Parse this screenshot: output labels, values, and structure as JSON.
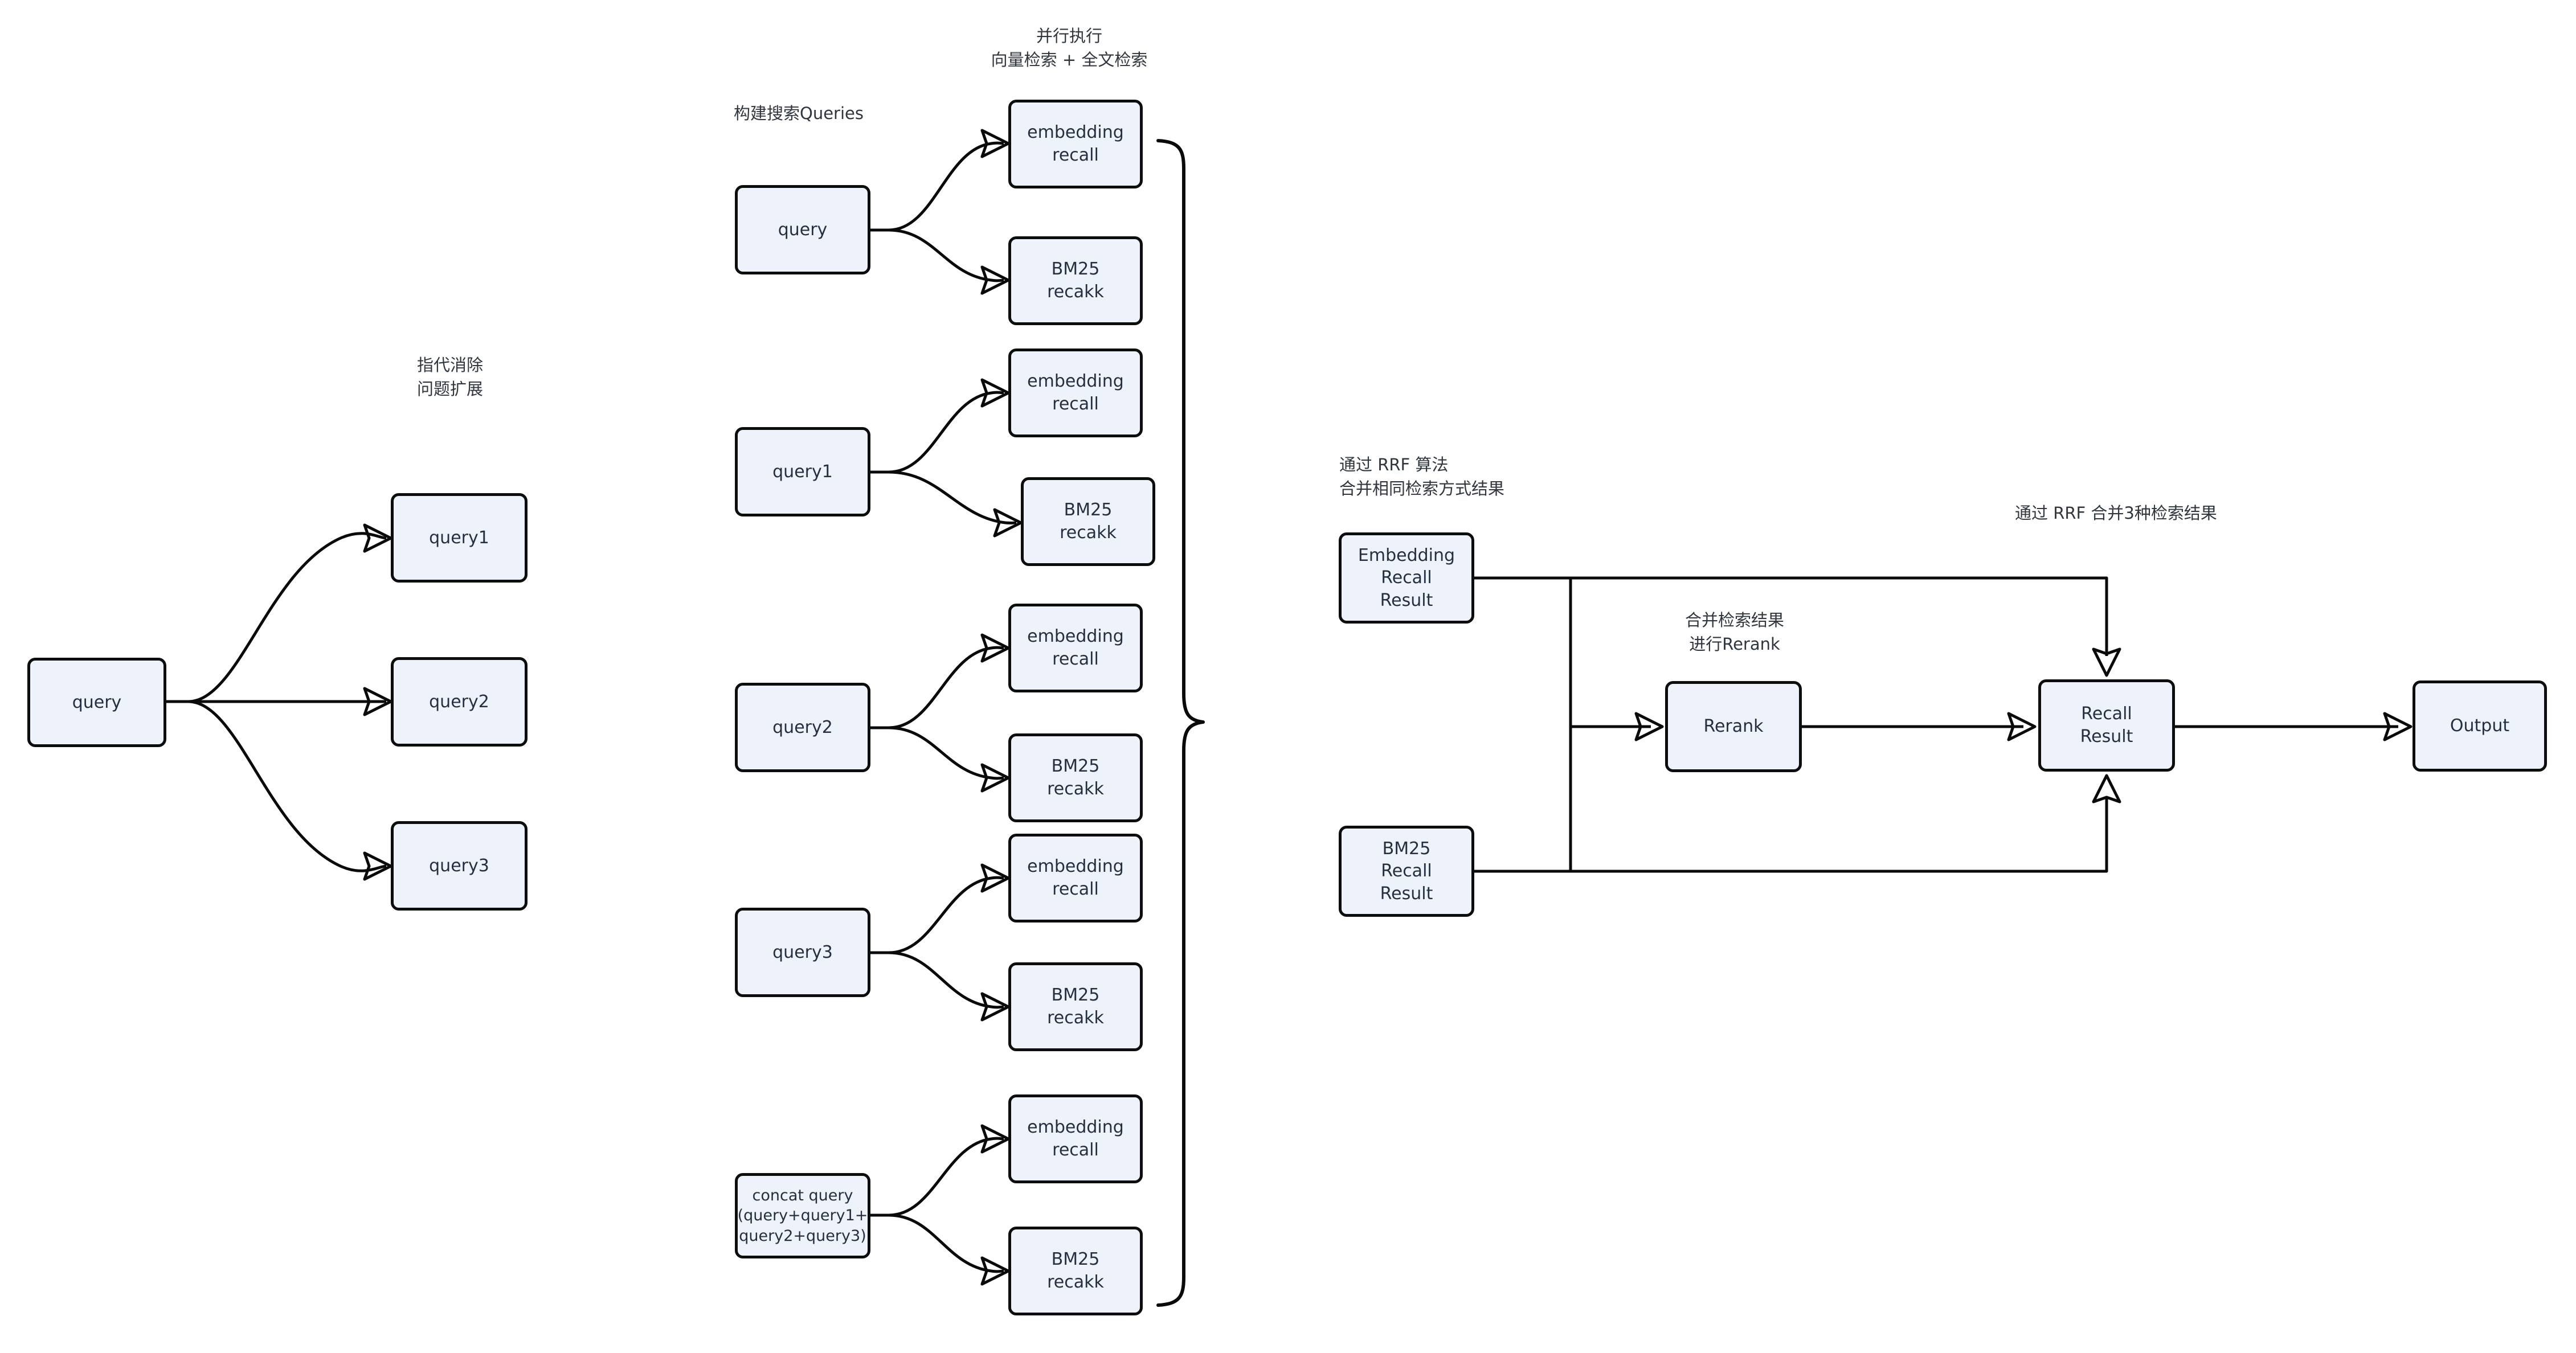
{
  "diagram": {
    "title_notes": {
      "coref": "指代消除\n问题扩展",
      "build_queries": "构建搜索Queries",
      "parallel_exec": "并行执行\n向量检索 + 全文检索",
      "rrf_merge_same": "通过 RRF 算法\n合并相同检索方式结果",
      "merge_rerank": "合并检索结果\n进行Rerank",
      "rrf_merge_three": "通过 RRF 合并3种检索结果"
    },
    "stage1": {
      "source": "query",
      "expanded": [
        "query1",
        "query2",
        "query3"
      ]
    },
    "stage2": {
      "queries": [
        "query",
        "query1",
        "query2",
        "query3",
        "concat query\n(query+query1+\nquery2+query3)"
      ],
      "recall_pairs": [
        {
          "embedding": "embedding\nrecall",
          "bm25": "BM25\nrecakk"
        },
        {
          "embedding": "embedding\nrecall",
          "bm25": "BM25\nrecakk"
        },
        {
          "embedding": "embedding\nrecall",
          "bm25": "BM25\nrecakk"
        },
        {
          "embedding": "embedding\nrecall",
          "bm25": "BM25\nrecakk"
        },
        {
          "embedding": "embedding\nrecall",
          "bm25": "BM25\nrecakk"
        }
      ]
    },
    "stage3": {
      "embedding_recall_result": "Embedding\nRecall\nResult",
      "bm25_recall_result": "BM25\nRecall\nResult",
      "rerank": "Rerank",
      "recall_result": "Recall\nResult",
      "output": "Output"
    },
    "colors": {
      "node_fill": "#eef2fb",
      "node_border": "#0d0d0d",
      "text": "#24303f",
      "note_text": "#30363d",
      "background": "#ffffff"
    }
  }
}
